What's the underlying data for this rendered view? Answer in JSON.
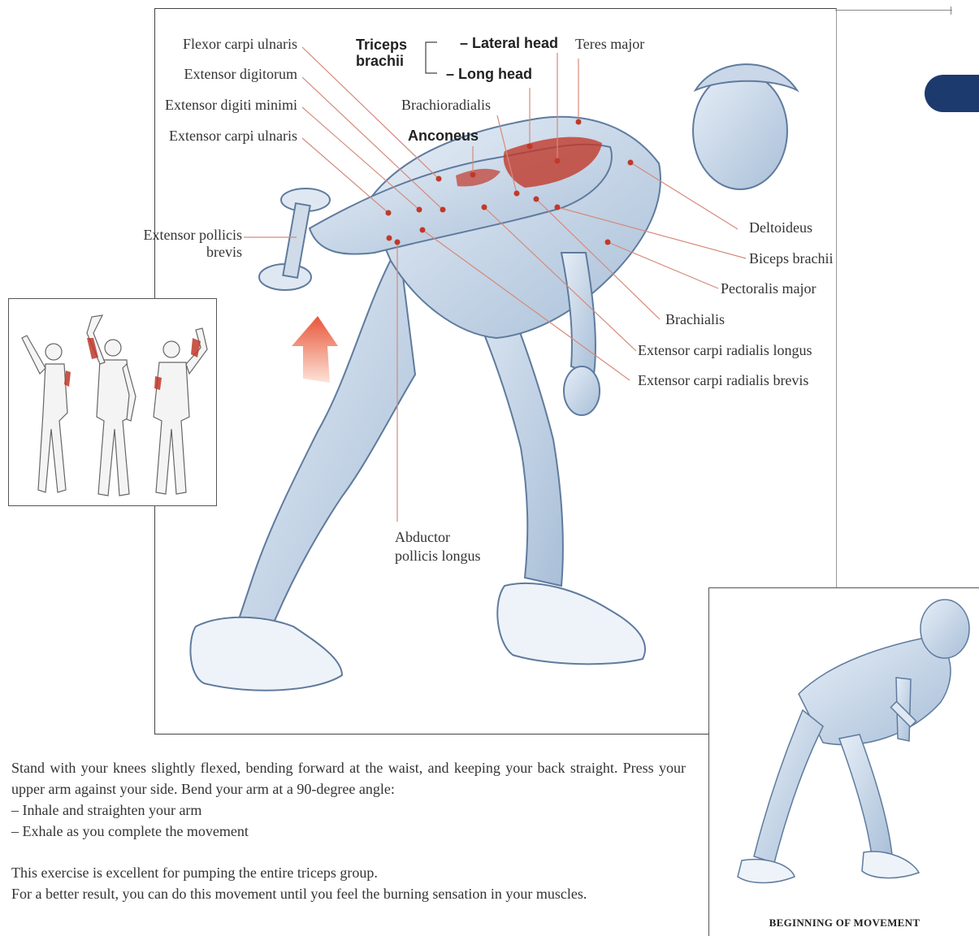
{
  "labels": {
    "flexor_carpi_ulnaris": "Flexor carpi ulnaris",
    "extensor_digitorum": "Extensor digitorum",
    "extensor_digiti_minimi": "Extensor digiti minimi",
    "extensor_carpi_ulnaris": "Extensor carpi ulnaris",
    "extensor_pollicis_line1": "Extensor pollicis",
    "extensor_pollicis_line2": "brevis",
    "triceps_line1": "Triceps",
    "triceps_line2": "brachii",
    "lateral_head": "– Lateral head",
    "long_head": "– Long head",
    "teres_major": "Teres major",
    "brachioradialis": "Brachioradialis",
    "anconeus": "Anconeus",
    "deltoideus": "Deltoideus",
    "biceps_brachii": "Biceps brachii",
    "pectoralis_major": "Pectoralis major",
    "brachialis": "Brachialis",
    "ecr_longus": "Extensor carpi radialis longus",
    "ecr_brevis": "Extensor carpi radialis brevis",
    "abductor_line1": "Abductor",
    "abductor_line2": "pollicis longus"
  },
  "inset": {
    "caption": "BEGINNING OF MOVEMENT"
  },
  "instructions": {
    "paragraph1": "Stand with your knees slightly flexed, bending forward at the waist, and keeping your back straight. Press your upper arm against your side. Bend your arm at a 90-degree angle:",
    "step1": "– Inhale and straighten your arm",
    "step2": "– Exhale as you complete the movement",
    "paragraph2_line1": "This exercise is excellent for pumping the entire triceps group.",
    "paragraph2_line2": "For a better result, you can do this movement until you feel the burning sensation in your muscles."
  },
  "colors": {
    "muscle_highlight": "#c0392b",
    "leader_line": "#d48a7a",
    "figure_tint": "#b9cbe0",
    "arrow": "#e8563a",
    "tab": "#1d3a6e"
  }
}
